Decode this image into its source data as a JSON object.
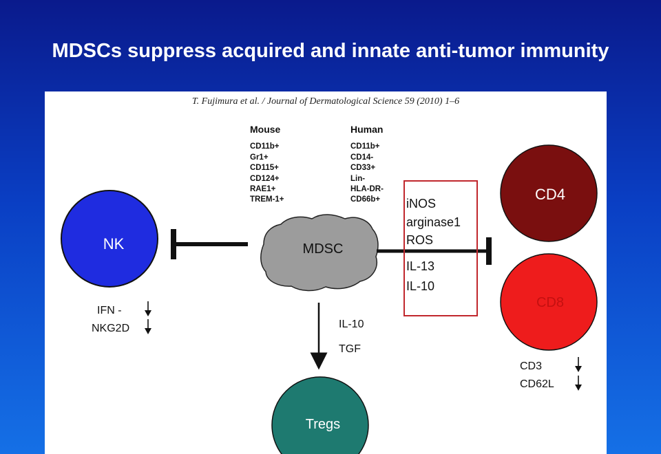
{
  "slide_title": "MDSCs suppress acquired and innate anti-tumor immunity",
  "citation": "T. Fujimura et al. / Journal of Dermatological Science 59 (2010) 1–6",
  "mouse": {
    "header": "Mouse",
    "markers": [
      "CD11b+",
      "Gr1+",
      "CD115+",
      "CD124+",
      "RAE1+",
      "TREM-1+"
    ]
  },
  "human": {
    "header": "Human",
    "markers": [
      "CD11b+",
      "CD14-",
      "CD33+",
      "Lin-",
      "HLA-DR-",
      "CD66b+"
    ]
  },
  "nodes": {
    "nk": "NK",
    "mdsc": "MDSC",
    "cd4": "CD4",
    "cd8": "CD8",
    "tregs": "Tregs"
  },
  "nk_effects": [
    "IFN -",
    "NKG2D"
  ],
  "t_effects": [
    "CD3",
    "CD62L"
  ],
  "mediators": [
    "iNOS",
    "arginase1",
    "ROS",
    "IL-13",
    "IL-10"
  ],
  "treg_factors": [
    "IL-10",
    "TGF"
  ],
  "colors": {
    "nk": "#1f2ce0",
    "cd4": "#7a0f0f",
    "cd8": "#ee1c1c",
    "tregs": "#1e7a70",
    "mdsc": "#9c9c9c",
    "mediator_box": "#c0262c"
  },
  "icons": {
    "down_arrow": "down-arrow-icon",
    "inhibit": "inhibition-bar-icon"
  }
}
